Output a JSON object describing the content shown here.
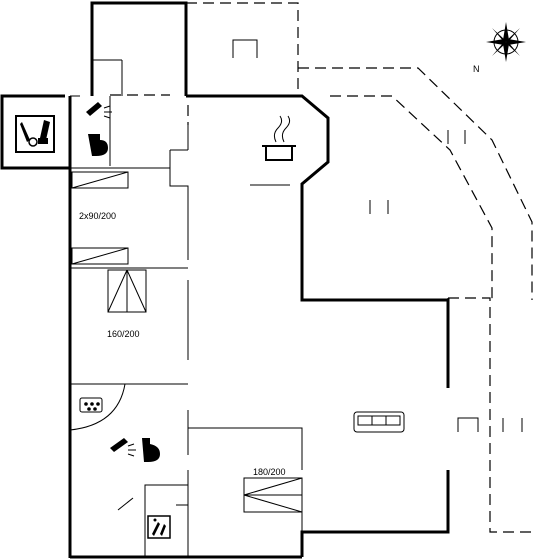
{
  "floorplan": {
    "compass_label": "N",
    "bed_labels": {
      "bedroom_1": "2x90/200",
      "bedroom_2": "160/200",
      "bedroom_3": "180/200"
    },
    "icons": {
      "utility": "washing-machine-icon",
      "bathroom_1": "shower-toilet-icon",
      "bathroom_2": "shower-toilet-icon",
      "kitchen": "cooking-pot-icon",
      "living": "sofa-icon",
      "spa": "whirlpool-icon",
      "sauna": "sauna-icon",
      "compass": "compass-rose-icon"
    }
  }
}
